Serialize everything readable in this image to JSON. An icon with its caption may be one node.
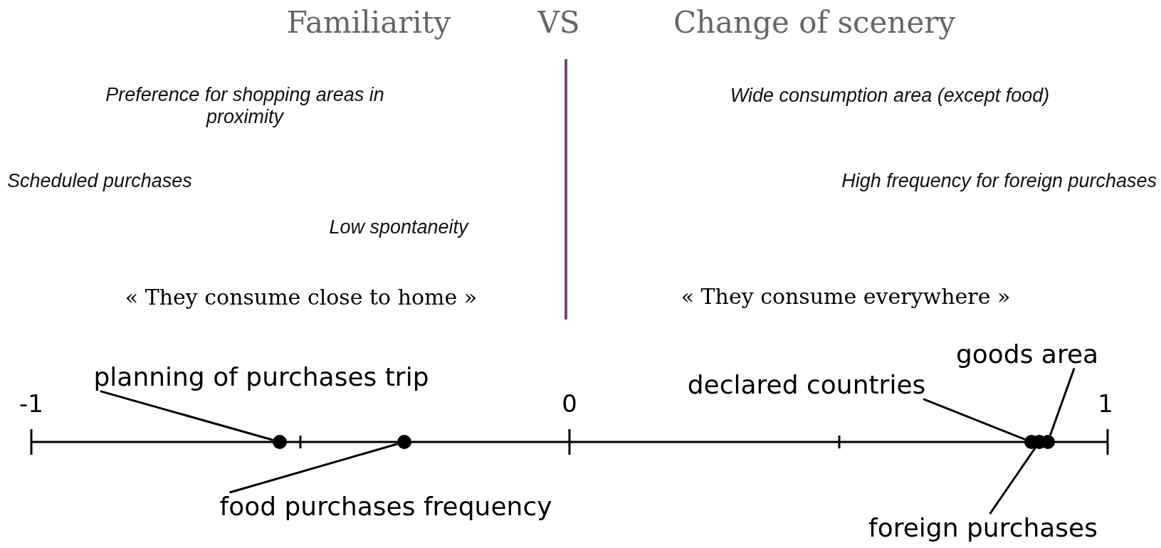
{
  "diagram": {
    "nodes": [
      {
        "text": [
          "planning of purchases trip"
        ]
      },
      {
        "text": [
          "food purchases frequency"
        ]
      },
      {
        "text": [
          "declared countries"
        ]
      },
      {
        "text": [
          "goods area"
        ]
      },
      {
        "text": [
          "foreign purchases"
        ]
      },
      {
        "text": [],
        "shape": "circle"
      },
      {
        "text": [],
        "shape": "circle"
      },
      {
        "text": [],
        "shape": "circle"
      },
      {
        "text": [],
        "shape": "circle"
      },
      {
        "text": [],
        "shape": "circle"
      }
    ],
    "edges": [
      {
        "from": 0,
        "to": 5,
        "arrow": "none"
      },
      {
        "from": 1,
        "to": 6,
        "arrow": "none"
      },
      {
        "from": 2,
        "to": 7,
        "arrow": "none"
      },
      {
        "from": 4,
        "to": 8,
        "arrow": "none"
      },
      {
        "from": 3,
        "to": 9,
        "arrow": "none"
      }
    ],
    "labels": [
      "Familiarity",
      "VS",
      "Change of scenery",
      "Preference for shopping areas in proximity",
      "Wide consumption area (except food)",
      "Scheduled purchases",
      "High frequency for foreign purchases",
      "Low spontaneity",
      "« They consume close to home »",
      "« They consume everywhere »",
      "-1",
      "0",
      "1"
    ]
  }
}
